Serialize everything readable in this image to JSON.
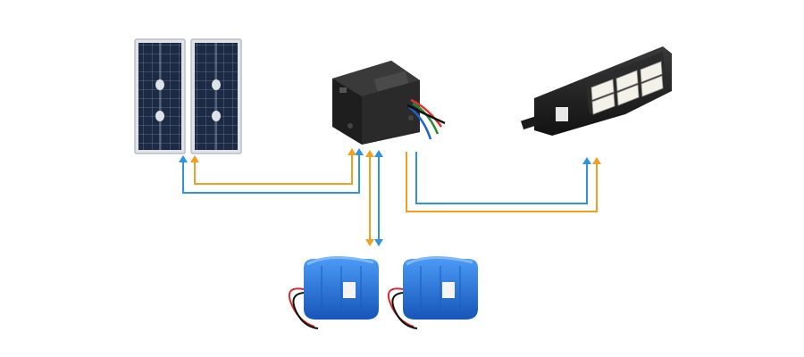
{
  "diagram": {
    "components": {
      "solar_panels": {
        "icon": "solar-panel-icon",
        "count": 2
      },
      "charge_controller": {
        "icon": "charge-controller-icon",
        "count": 1
      },
      "street_light": {
        "icon": "solar-street-light-icon",
        "count": 1
      },
      "battery_packs": {
        "icon": "lithium-battery-pack-icon",
        "count": 2
      }
    },
    "connections": [
      {
        "from": "solar_panels",
        "to": "charge_controller"
      },
      {
        "from": "charge_controller",
        "to": "battery_packs"
      },
      {
        "from": "charge_controller",
        "to": "street_light"
      }
    ],
    "colors": {
      "wire_blue": "#2f93e0",
      "wire_orange": "#f0a020",
      "panel_cell": "#1d2a44",
      "panel_frame": "#c9ced6",
      "battery_blue": "#1f6fd6",
      "controller_body": "#2b2b2b"
    }
  }
}
